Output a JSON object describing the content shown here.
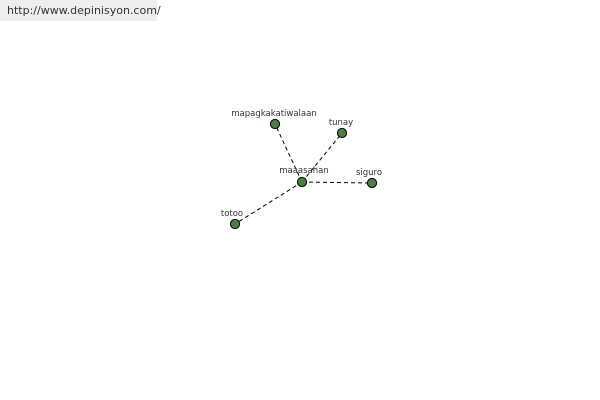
{
  "source_url": "http://www.depinisyon.com/",
  "colors": {
    "node_fill": "#4a7c44",
    "node_stroke": "#000000",
    "edge": "#000000",
    "label": "#333333",
    "url_bar_bg": "#eeeeee"
  },
  "graph": {
    "center": "maaasahan",
    "nodes": [
      {
        "id": "maaasahan",
        "label": "maaasahan"
      },
      {
        "id": "mapagkakatiwalaan",
        "label": "mapagkakatiwalaan"
      },
      {
        "id": "tunay",
        "label": "tunay"
      },
      {
        "id": "siguro",
        "label": "siguro"
      },
      {
        "id": "totoo",
        "label": "totoo"
      }
    ],
    "edges": [
      {
        "from": "maaasahan",
        "to": "mapagkakatiwalaan"
      },
      {
        "from": "maaasahan",
        "to": "tunay"
      },
      {
        "from": "maaasahan",
        "to": "siguro"
      },
      {
        "from": "maaasahan",
        "to": "totoo"
      }
    ]
  }
}
